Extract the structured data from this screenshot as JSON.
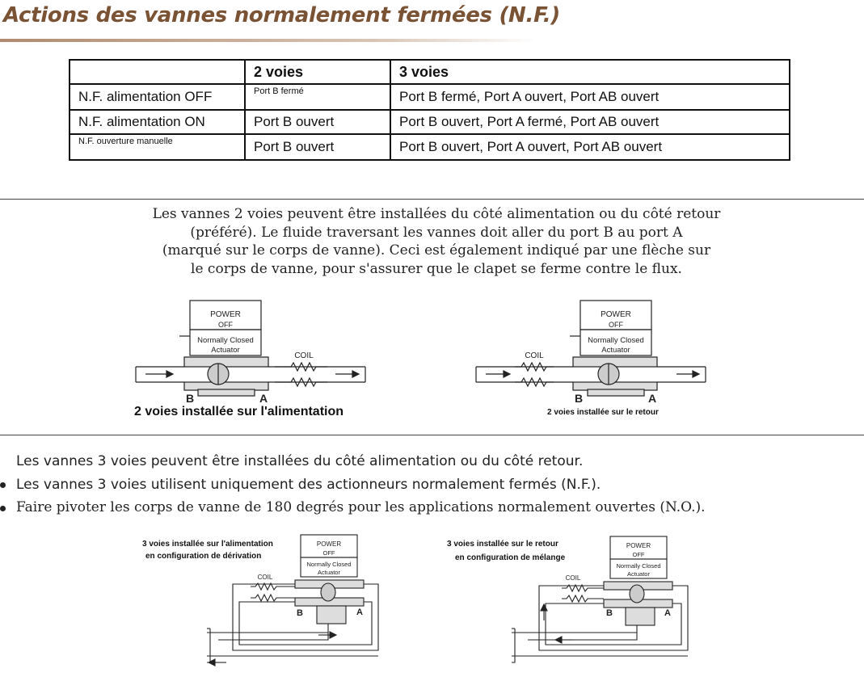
{
  "title": "Actions des vannes normalement fermées (N.F.)",
  "table": {
    "headers": [
      "",
      "2 voies",
      "3 voies"
    ],
    "rows": [
      [
        "N.F. alimentation OFF",
        "Port B fermé",
        "Port B fermé, Port A ouvert, Port AB ouvert"
      ],
      [
        "N.F. alimentation ON",
        "Port B ouvert",
        "Port B ouvert, Port A fermé, Port AB ouvert"
      ],
      [
        "N.F. ouverture manuelle",
        "Port B ouvert",
        "Port B ouvert, Port A ouvert, Port AB ouvert"
      ]
    ]
  },
  "two_way": {
    "paragraph": [
      "Les vannes 2 voies peuvent être installées du côté alimentation ou du côté retour",
      "(préféré). Le fluide traversant les vannes doit aller du port B au port A",
      "(marqué sur le corps de vanne). Ceci est également indiqué par une flèche sur",
      "le corps de vanne, pour s'assurer que le clapet se ferme contre le flux."
    ],
    "diagram_supply": {
      "power": "POWER",
      "off": "OFF",
      "actuator_1": "Normally Closed",
      "actuator_2": "Actuator",
      "coil": "COIL",
      "port_b": "B",
      "port_a": "A",
      "caption": "2 voies installée sur l'alimentation"
    },
    "diagram_return": {
      "power": "POWER",
      "off": "OFF",
      "actuator_1": "Normally Closed",
      "actuator_2": "Actuator",
      "coil": "COIL",
      "port_b": "B",
      "port_a": "A",
      "caption": "2 voies installée sur le retour"
    }
  },
  "three_way": {
    "lead": "Les vannes 3 voies peuvent être installées du côté alimentation ou du côté retour.",
    "bullets": [
      "Les vannes 3 voies utilisent uniquement des actionneurs normalement fermés (N.F.).",
      "Faire pivoter les corps de vanne de 180 degrés pour les applications normalement ouvertes (N.O.)."
    ],
    "diagram_bypass": {
      "caption_1": "3 voies installée sur l'alimentation",
      "caption_2": "en configuration de dérivation",
      "power": "POWER",
      "off": "OFF",
      "actuator_1": "Normally Closed",
      "actuator_2": "Actuator",
      "coil": "COIL",
      "port_b": "B",
      "port_a": "A"
    },
    "diagram_mixing": {
      "caption_1": "3 voies installée sur le retour",
      "caption_2": "en configuration de mélange",
      "power": "POWER",
      "off": "OFF",
      "actuator_1": "Normally Closed",
      "actuator_2": "Actuator",
      "coil": "COIL",
      "port_b": "B",
      "port_a": "A"
    }
  }
}
